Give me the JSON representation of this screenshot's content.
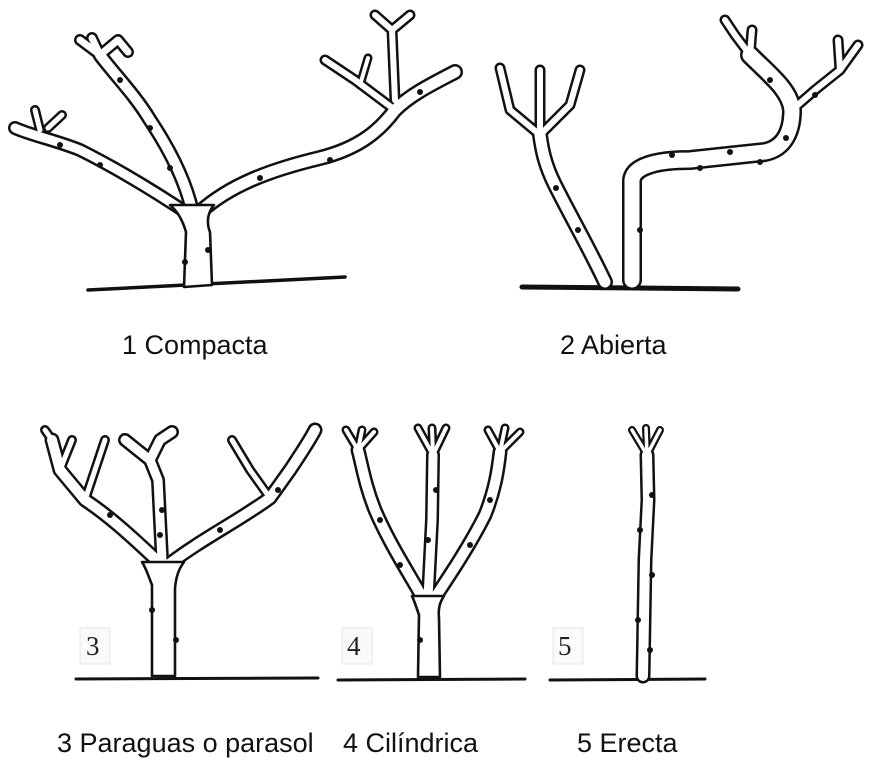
{
  "figure": {
    "panels": [
      {
        "id": "1",
        "caption": "1 Compacta"
      },
      {
        "id": "2",
        "caption": "2 Abierta"
      },
      {
        "id": "3",
        "number": "3",
        "caption": "3 Paraguas o parasol"
      },
      {
        "id": "4",
        "number": "4",
        "caption": "4 Cilíndrica"
      },
      {
        "id": "5",
        "number": "5",
        "caption": "5 Erecta"
      }
    ],
    "colors": {
      "ink": "#111111",
      "wood": "#ffffff",
      "background": "#ffffff"
    }
  }
}
